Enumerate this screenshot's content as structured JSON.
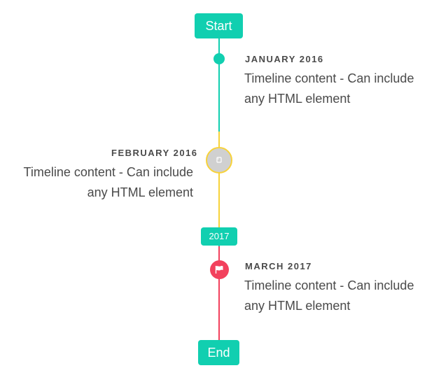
{
  "start_label": "Start",
  "end_label": "End",
  "colors": {
    "teal": "#11cfb0",
    "yellow": "#f7d23a",
    "red": "#f2415d",
    "gray_marker": "#d0d0d0",
    "text": "#4a4a4a"
  },
  "events": [
    {
      "date": "JANUARY 2016",
      "content": "Timeline content - Can include any HTML element",
      "marker": "teal-dot",
      "side": "right"
    },
    {
      "date": "FEBRUARY 2016",
      "content": "Timeline content - Can include any HTML element",
      "marker": "image-icon",
      "side": "left"
    },
    {
      "date": "MARCH 2017",
      "content": "Timeline content - Can include any HTML element",
      "marker": "flag-icon",
      "side": "right"
    }
  ],
  "year_label": "2017"
}
